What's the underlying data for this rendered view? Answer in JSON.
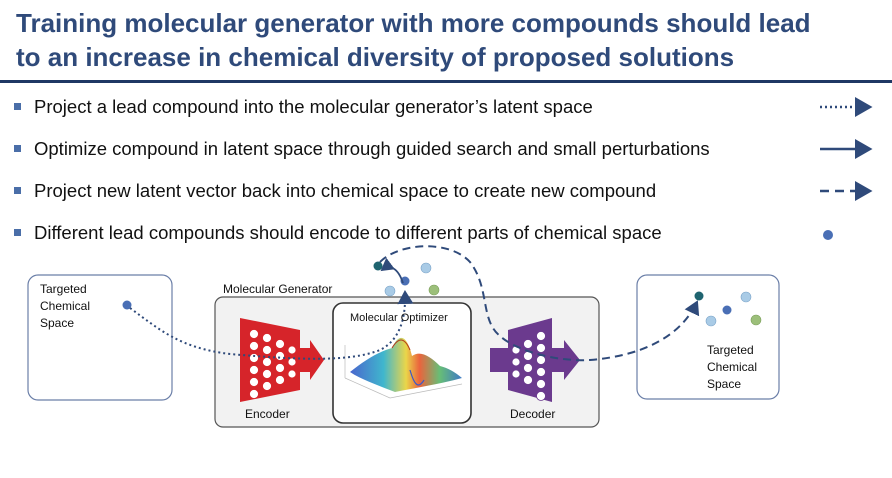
{
  "title": {
    "line1": "Training molecular generator with more compounds should lead",
    "line2": "to an increase in chemical diversity of proposed solutions"
  },
  "bullets": [
    "Project a lead compound into the molecular generator’s latent space",
    "Optimize compound in latent space through guided search and small perturbations",
    "Project new latent vector back into chemical space to create new compound",
    "Different lead compounds should encode to different parts of chemical space"
  ],
  "legend_icons": [
    "dotted-arrow-icon",
    "solid-arrow-icon",
    "dashed-arrow-icon",
    "dot-icon"
  ],
  "diagram": {
    "left_space_label": [
      "Targeted",
      "Chemical",
      "Space"
    ],
    "right_space_label": [
      "Targeted",
      "Chemical",
      "Space"
    ],
    "generator_label": "Molecular Generator",
    "optimizer_label": "Molecular Optimizer",
    "encoder_label": "Encoder",
    "decoder_label": "Decoder"
  },
  "colors": {
    "title": "#2f4a7a",
    "accent": "#1f3864",
    "encoder": "#d6242a",
    "decoder": "#6b3a8e",
    "dot_blue": "#4a6fb5",
    "dot_light": "#a9cbe6",
    "dot_green": "#9cbf7a",
    "dot_teal": "#1f6470"
  }
}
